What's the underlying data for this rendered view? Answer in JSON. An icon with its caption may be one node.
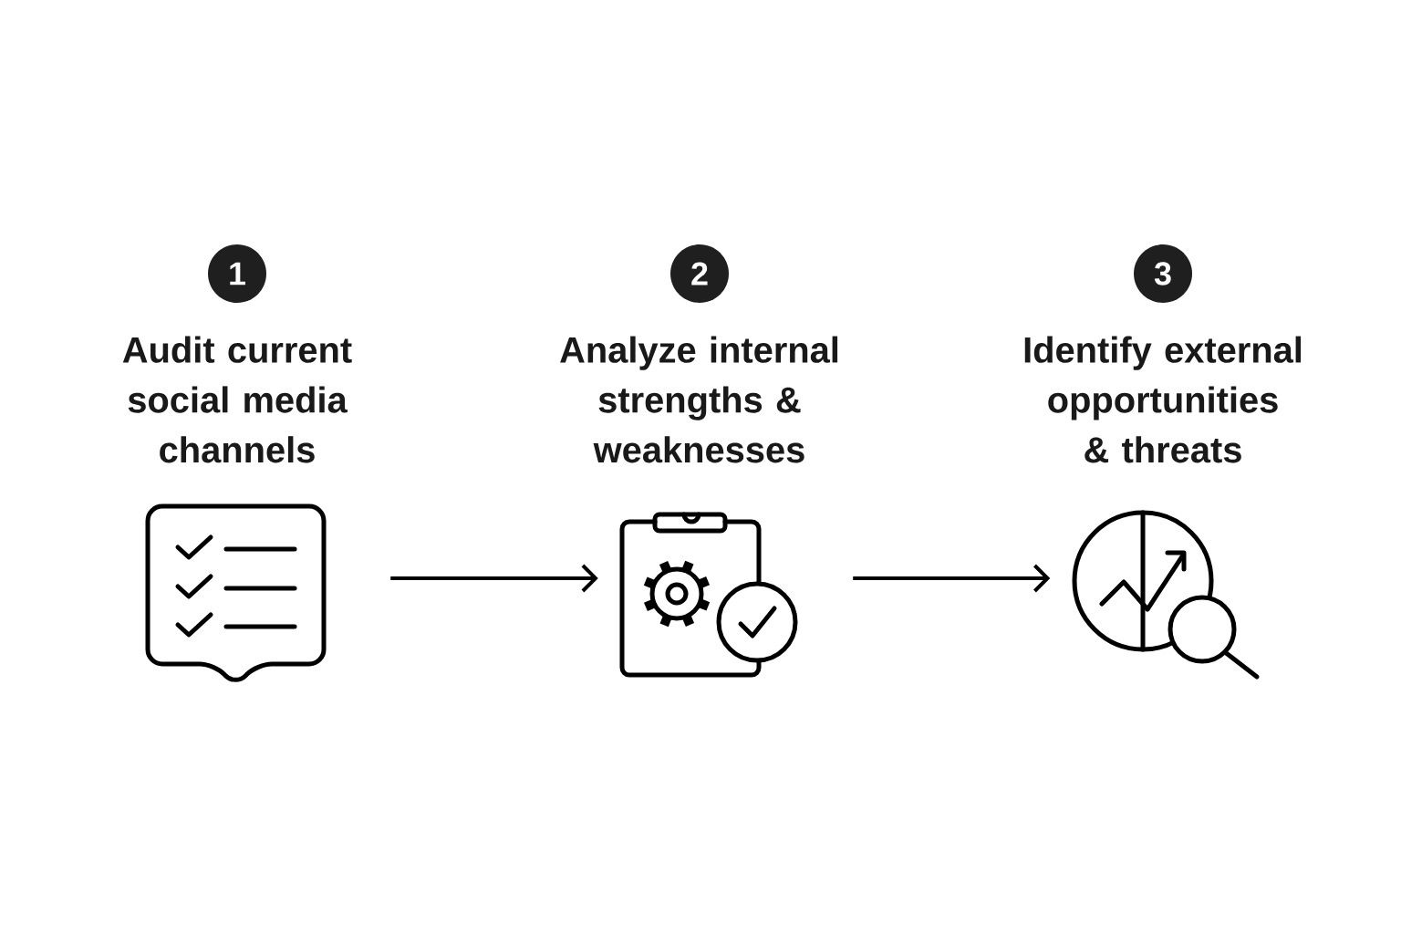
{
  "diagram": {
    "nodes": [
      {
        "text": [
          "1"
        ],
        "beside": [
          "Audit current social media channels"
        ]
      },
      {
        "text": [
          "2"
        ],
        "beside": [
          "Analyze internal strengths & weaknesses"
        ]
      },
      {
        "text": [
          "3"
        ],
        "beside": [
          "Identify external opportunities & threats"
        ]
      },
      {
        "text": [],
        "shape": "picture"
      },
      {
        "text": [],
        "shape": "picture"
      },
      {
        "text": [],
        "shape": "picture"
      }
    ],
    "edges": [
      {
        "from": 3,
        "to": 4,
        "arrow": "to"
      },
      {
        "from": 4,
        "to": 5,
        "arrow": "to"
      }
    ]
  }
}
